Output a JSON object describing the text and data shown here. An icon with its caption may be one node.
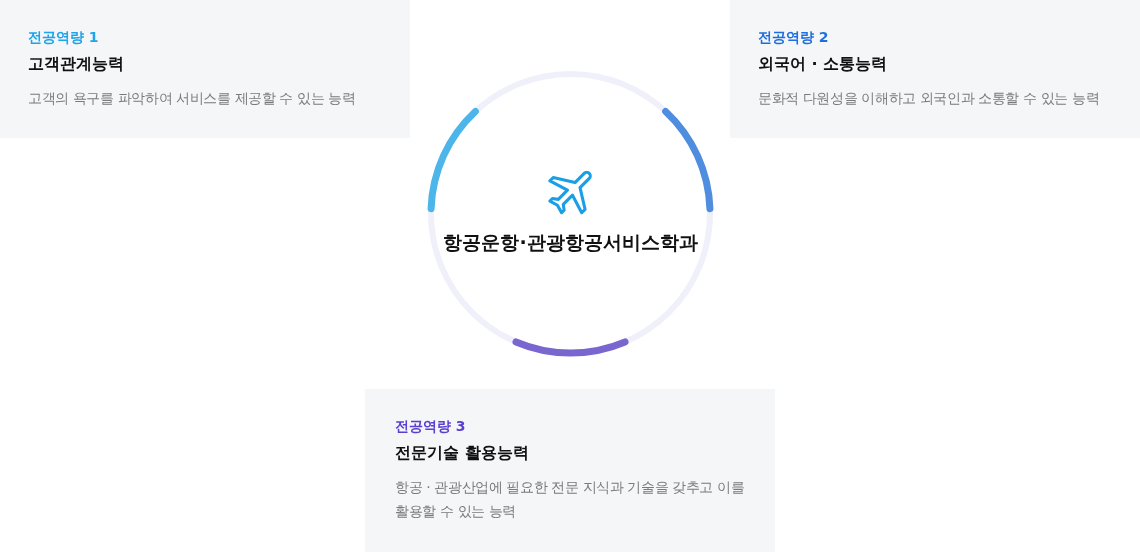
{
  "diagram": {
    "nodes": [
      {
        "text": [
          "전공역량 1",
          "고객관계능력",
          "고객의 욕구를 파악하여 서비스를 제공할 수 있는 능력"
        ]
      },
      {
        "text": [
          "전공역량 2",
          "외국어 · 소통능력",
          "문화적 다원성을 이해하고 외국인과 소통할 수 있는 능력"
        ]
      },
      {
        "text": [
          "항공운항·관광항공서비스학과"
        ]
      },
      {
        "text": [
          "전공역량 3",
          "전문기술 활용능력",
          "항공 · 관광산업에 필요한 전문 지식과 기술을 갖추고 이를 활용할 수 있는 능력"
        ]
      }
    ]
  }
}
